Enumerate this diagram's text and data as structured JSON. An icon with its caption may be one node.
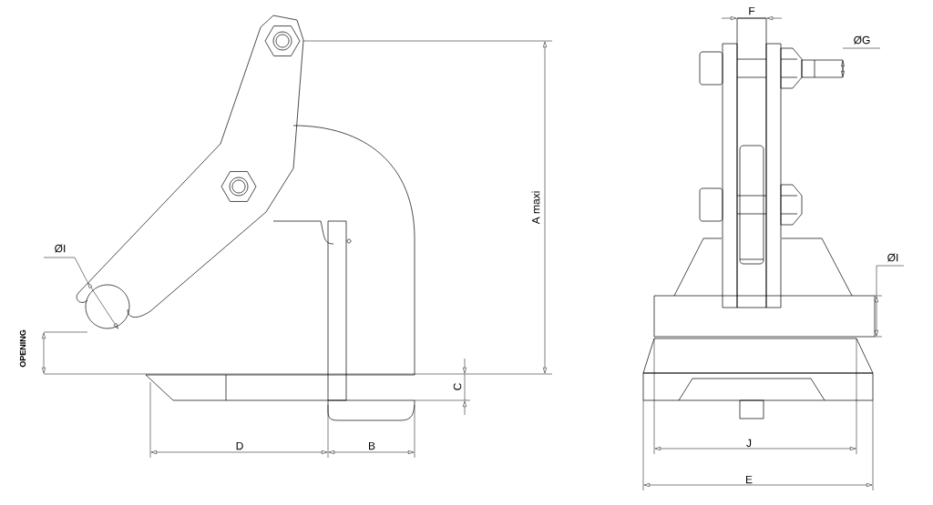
{
  "diagram": {
    "labels": [
      "F",
      "ØG",
      "A maxi",
      "ØI",
      "ØI",
      "OPENING",
      "C",
      "D",
      "B",
      "J",
      "E"
    ]
  }
}
